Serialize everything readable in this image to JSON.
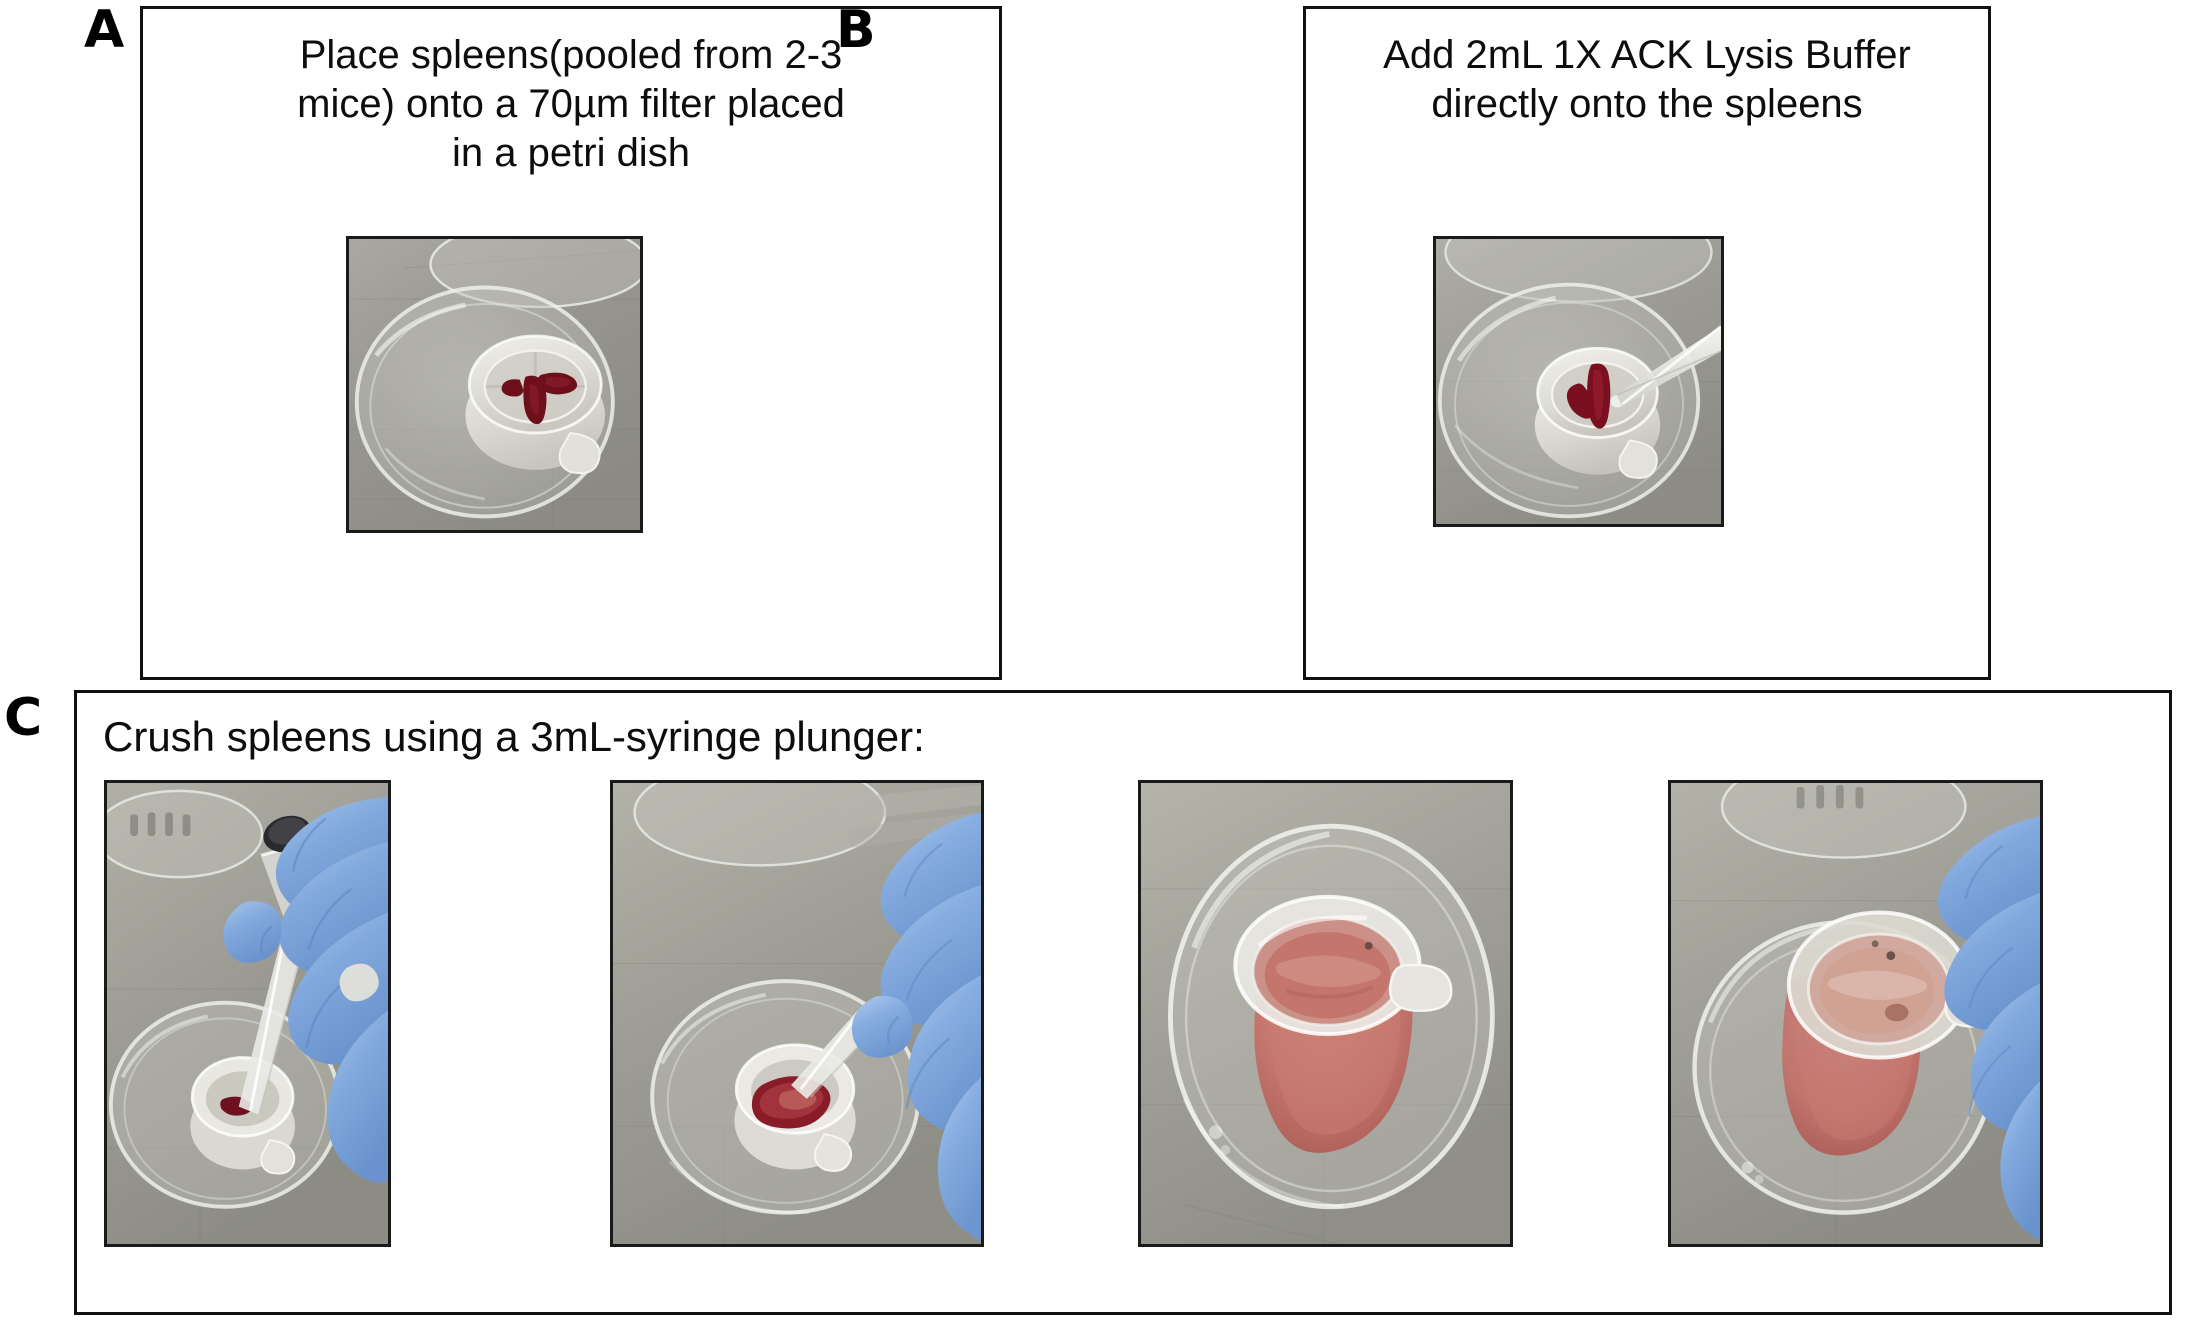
{
  "figure": {
    "title": "Mouse spleen single-cell suspension protocol",
    "background_color": "#ffffff",
    "border_color": "#111111"
  },
  "panels": [
    {
      "id": "A",
      "letter": "A",
      "caption": "Place spleens(pooled from 2-3\nmice) onto a 70µm filter placed\nin a petri dish",
      "photos": [
        {
          "name": "spleens-on-filter-photo",
          "alt": "Two dark red mouse spleens resting on a white 70 micron cell strainer seated in a clear petri dish on a steel bench"
        }
      ]
    },
    {
      "id": "B",
      "letter": "B",
      "caption": "Add 2mL 1X ACK Lysis Buffer\ndirectly onto the spleens",
      "photos": [
        {
          "name": "adding-lysis-buffer-photo",
          "alt": "Serological pipette tip dispensing ACK lysis buffer onto dark red spleens inside the cell strainer"
        }
      ]
    },
    {
      "id": "C",
      "letter": "C",
      "caption": "Crush spleens using a 3mL-syringe plunger:",
      "photos": [
        {
          "name": "plunger-positioned-photo",
          "alt": "Blue gloved hand lowering a 3 mL syringe plunger into the strainer containing the spleens"
        },
        {
          "name": "crushing-spleens-photo",
          "alt": "Blue gloved hand crushing the spleens against the strainer mesh with the syringe plunger, tissue turning red"
        },
        {
          "name": "cell-suspension-photo",
          "alt": "Strainer and petri dish filled with pink-red single cell suspension after crushing"
        },
        {
          "name": "lifting-strainer-photo",
          "alt": "Blue gloved hand lifting the strainer out of the petri dish leaving the pink cell suspension behind"
        }
      ]
    }
  ],
  "colors": {
    "text": "#0d0d0d",
    "frame": "#1a1a1a",
    "spleen_red": "#7d1220",
    "suspension_red": "#c4766d",
    "glove_blue": "#7fa8dd",
    "bench_grey": "#9a9a93",
    "plastic_white": "#e8e8e4"
  }
}
